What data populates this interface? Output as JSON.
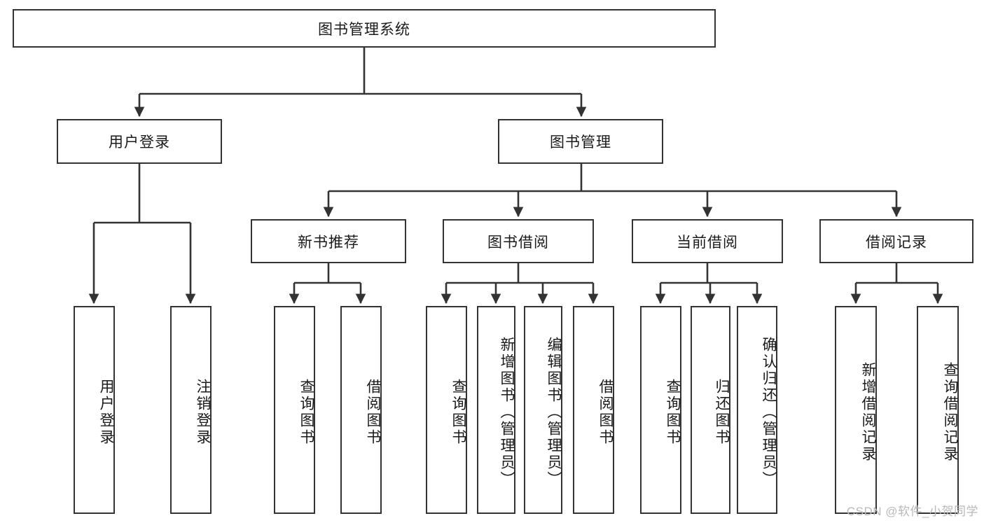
{
  "diagram": {
    "title": "图书管理系统",
    "type": "tree-hierarchy",
    "watermark": "CSDN @软件_小贺同学",
    "line_color": "#333333",
    "box_fill": "#ffffff",
    "text_color": "#1a1a1a",
    "nodes": {
      "root": {
        "label": "图书管理系统",
        "orientation": "horizontal"
      },
      "level2": [
        {
          "id": "user-login",
          "label": "用户登录",
          "orientation": "horizontal"
        },
        {
          "id": "book-manage",
          "label": "图书管理",
          "orientation": "horizontal"
        }
      ],
      "level3": [
        {
          "id": "new-book-recommend",
          "label": "新书推荐",
          "orientation": "horizontal"
        },
        {
          "id": "book-borrow",
          "label": "图书借阅",
          "orientation": "horizontal"
        },
        {
          "id": "current-borrow",
          "label": "当前借阅",
          "orientation": "horizontal"
        },
        {
          "id": "borrow-record",
          "label": "借阅记录",
          "orientation": "horizontal"
        }
      ],
      "leaves": {
        "user-login": [
          {
            "id": "leaf-user-login",
            "label": "用户登录",
            "orientation": "vertical"
          },
          {
            "id": "leaf-user-logout",
            "label": "注销登录",
            "orientation": "vertical"
          }
        ],
        "new-book-recommend": [
          {
            "id": "leaf-query-book-1",
            "label": "查询图书",
            "orientation": "vertical"
          },
          {
            "id": "leaf-borrow-book-1",
            "label": "借阅图书",
            "orientation": "vertical"
          }
        ],
        "book-borrow": [
          {
            "id": "leaf-query-book-2",
            "label": "查询图书",
            "orientation": "vertical"
          },
          {
            "id": "leaf-add-book",
            "label": "新增图书（管理员）",
            "orientation": "vertical"
          },
          {
            "id": "leaf-edit-book",
            "label": "编辑图书（管理员）",
            "orientation": "vertical"
          },
          {
            "id": "leaf-borrow-book-2",
            "label": "借阅图书",
            "orientation": "vertical"
          }
        ],
        "current-borrow": [
          {
            "id": "leaf-query-book-3",
            "label": "查询图书",
            "orientation": "vertical"
          },
          {
            "id": "leaf-return-book",
            "label": "归还图书",
            "orientation": "vertical"
          },
          {
            "id": "leaf-confirm-return",
            "label": "确认归还（管理员）",
            "orientation": "vertical"
          }
        ],
        "borrow-record": [
          {
            "id": "leaf-add-record",
            "label": "新增借阅记录",
            "orientation": "vertical"
          },
          {
            "id": "leaf-query-record",
            "label": "查询借阅记录",
            "orientation": "vertical"
          }
        ]
      }
    }
  }
}
